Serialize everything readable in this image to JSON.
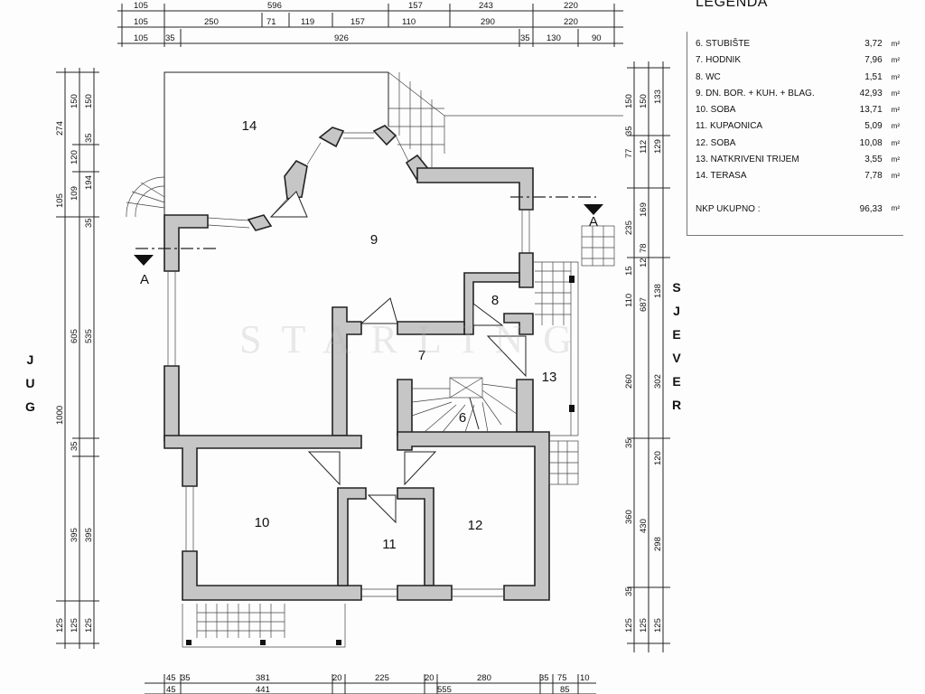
{
  "legend": {
    "title": "LEGENDA",
    "rows": [
      {
        "label": "6. STUBIŠTE",
        "value": "3,72",
        "unit": "m²"
      },
      {
        "label": "7. HODNIK",
        "value": "7,96",
        "unit": "m²"
      },
      {
        "label": "8. WC",
        "value": "1,51",
        "unit": "m²"
      },
      {
        "label": "9. DN. BOR. + KUH. + BLAG.",
        "value": "42,93",
        "unit": "m²"
      },
      {
        "label": "10. SOBA",
        "value": "13,71",
        "unit": "m²"
      },
      {
        "label": "11. KUPAONICA",
        "value": "5,09",
        "unit": "m²"
      },
      {
        "label": "12. SOBA",
        "value": "10,08",
        "unit": "m²"
      },
      {
        "label": "13. NATKRIVENI TRIJEM",
        "value": "3,55",
        "unit": "m²"
      },
      {
        "label": "14. TERASA",
        "value": "7,78",
        "unit": "m²"
      }
    ],
    "total": {
      "label": "NKP UKUPNO :",
      "value": "96,33",
      "unit": "m²"
    }
  },
  "orientation": {
    "south": [
      "J",
      "U",
      "G"
    ],
    "north": [
      "S",
      "J",
      "E",
      "V",
      "E",
      "R"
    ]
  },
  "section_marker": "A",
  "watermark": "STARLING",
  "rooms": {
    "r6": "6",
    "r7": "7",
    "r8": "8",
    "r9": "9",
    "r10": "10",
    "r11": "11",
    "r12": "12",
    "r13": "13",
    "r14": "14"
  },
  "dimensions": {
    "top_row1": [
      "105",
      "596",
      "157",
      "243",
      "220"
    ],
    "top_row2": [
      "105",
      "250",
      "71",
      "119",
      "157",
      "110",
      "290",
      "220"
    ],
    "top_row3": [
      "105",
      "35",
      "926",
      "35",
      "130",
      "90"
    ],
    "left_col1": [
      "274",
      "105",
      "1000",
      "125"
    ],
    "left_col2": [
      "150",
      "120",
      "109",
      "605",
      "35",
      "395",
      "125"
    ],
    "left_col3": [
      "150",
      "35",
      "194",
      "35",
      "535",
      "395",
      "125"
    ],
    "right_col1": [
      "150",
      "77",
      "35",
      "235",
      "110",
      "15",
      "260",
      "35",
      "360",
      "35",
      "125"
    ],
    "right_col2": [
      "150",
      "112",
      "169",
      "12",
      "78",
      "687",
      "430",
      "125"
    ],
    "right_col3": [
      "133",
      "129",
      "138",
      "302",
      "120",
      "298",
      "125"
    ],
    "bottom_row1": [
      "45",
      "35",
      "381",
      "20",
      "225",
      "20",
      "280",
      "35",
      "75",
      "10"
    ],
    "bottom_row2": [
      "45",
      "441",
      "555",
      "85"
    ]
  }
}
